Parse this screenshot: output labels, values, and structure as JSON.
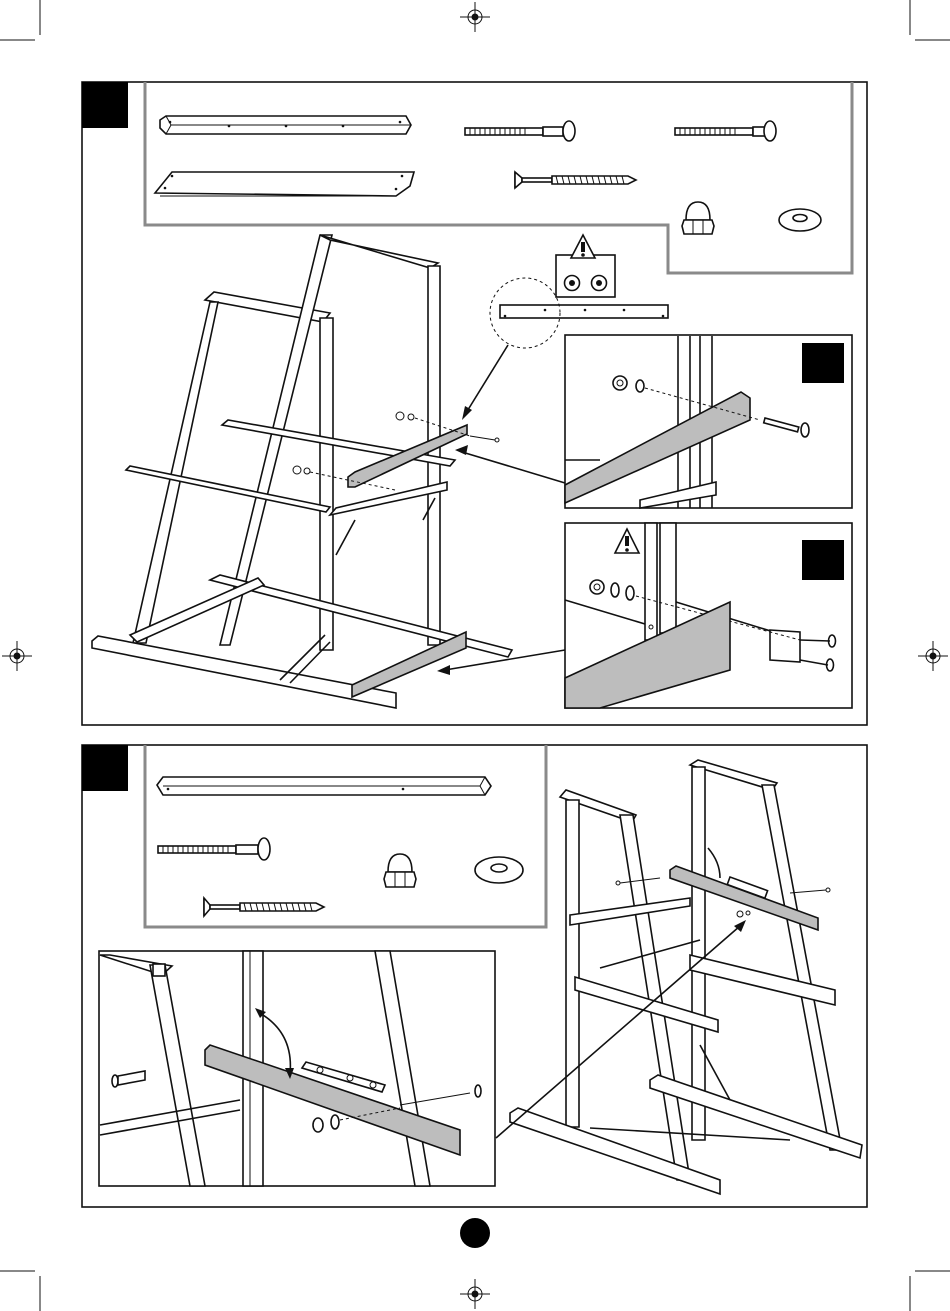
{
  "page": {
    "type": "assembly-instructions",
    "page_number_badge": "",
    "steps": [
      {
        "step_badge": "",
        "parts": [
          "beam-square",
          "board-flat",
          "carriage-bolt",
          "carriage-bolt",
          "wood-screw",
          "cap-nut",
          "washer"
        ],
        "detail_insets": [
          {
            "badge": "",
            "warning": false
          },
          {
            "badge": "",
            "warning": true
          }
        ],
        "hole_callout": {
          "warning": true,
          "icons": [
            "hole-icon",
            "hole-icon"
          ]
        }
      },
      {
        "step_badge": "",
        "parts": [
          "beam-long",
          "carriage-bolt",
          "wood-screw",
          "cap-nut",
          "washer"
        ],
        "detail_insets": [
          {
            "badge": "",
            "tool": "spirit-level"
          }
        ]
      }
    ]
  },
  "colors": {
    "ink": "#111111",
    "parts_frame": "#8a8a8a",
    "highlight_part": "#bdbdbd"
  }
}
